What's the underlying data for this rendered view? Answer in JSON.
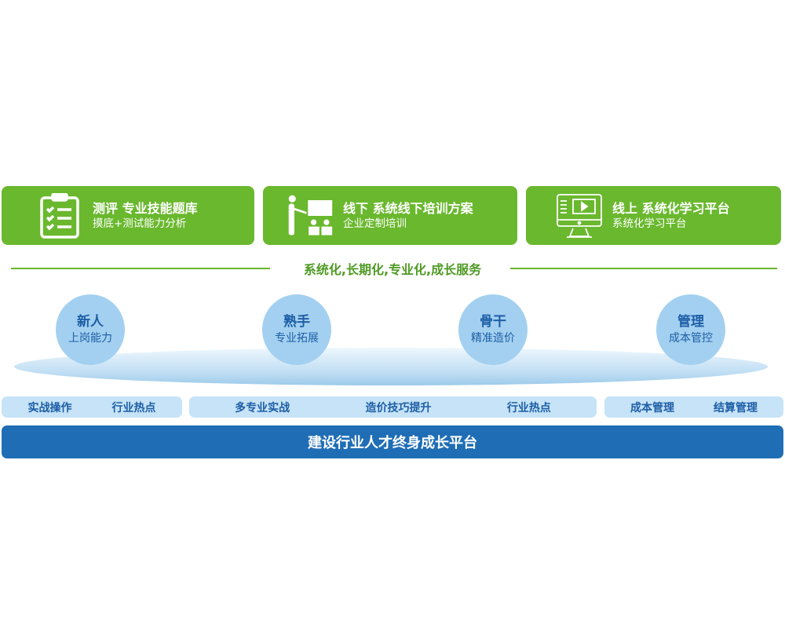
{
  "cards": [
    {
      "title": "测评  专业技能题库",
      "subtitle": "摸底+测试能力分析",
      "icon": "clipboard-checklist-icon"
    },
    {
      "title": "线下  系统线下培训方案",
      "subtitle": "企业定制培训",
      "icon": "teacher-classroom-icon"
    },
    {
      "title": "线上  系统化学习平台",
      "subtitle": "系统化学习平台",
      "icon": "monitor-video-icon"
    }
  ],
  "slogan": "系统化,长期化,专业化,成长服务",
  "stages": [
    {
      "title": "新人",
      "subtitle": "上岗能力"
    },
    {
      "title": "熟手",
      "subtitle": "专业拓展"
    },
    {
      "title": "骨干",
      "subtitle": "精准造价"
    },
    {
      "title": "管理",
      "subtitle": "成本管控"
    }
  ],
  "topics": [
    [
      "实战操作",
      "行业热点"
    ],
    [
      "多专业实战",
      "造价技巧提升",
      "行业热点"
    ],
    [
      "成本管理",
      "结算管理"
    ]
  ],
  "platform": "建设行业人才终身成长平台",
  "colors": {
    "green": "#6ab82e",
    "blue": "#1f6db5",
    "light_blue": "#c6e3f7",
    "circle": "#a3d0f0"
  }
}
